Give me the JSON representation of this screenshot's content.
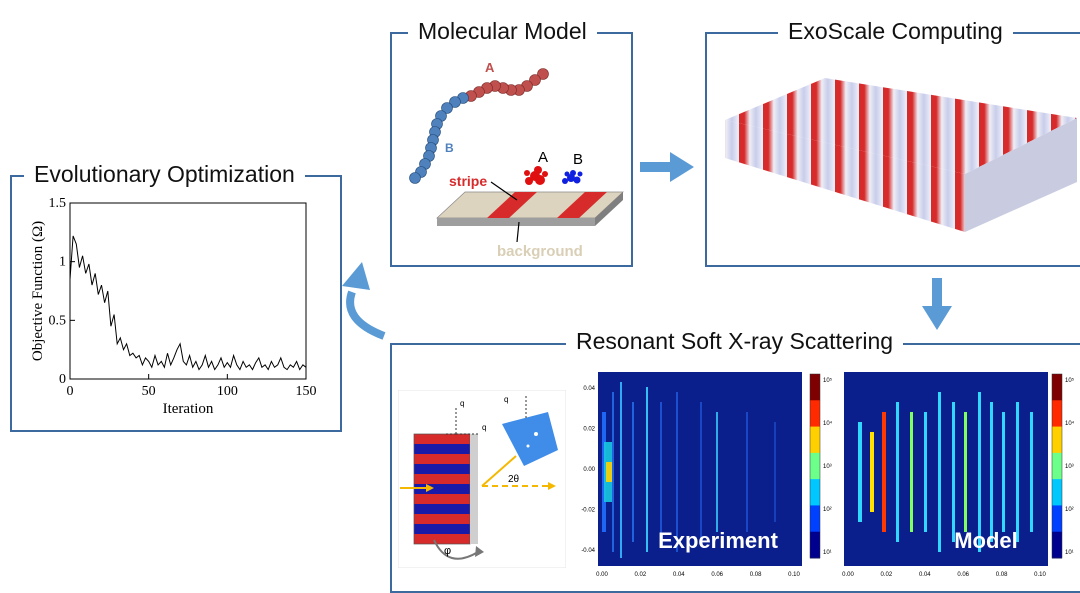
{
  "panels": {
    "evolutionary": {
      "title": "Evolutionary Optimization"
    },
    "molecular": {
      "title": "Molecular Model"
    },
    "exoscale": {
      "title": "ExoScale Computing"
    },
    "rsoxs": {
      "title": "Resonant Soft X-ray Scattering"
    }
  },
  "molecule": {
    "label_a": "A",
    "label_b": "B",
    "stripe_label": "stripe",
    "background_label": "background",
    "blob_a_label": "A",
    "blob_b_label": "B"
  },
  "chart_data": {
    "type": "line",
    "xlabel": "Iteration",
    "ylabel": "Objective Function (Ω)",
    "xlim": [
      0,
      150
    ],
    "ylim": [
      0,
      1.5
    ],
    "xticks": [
      "0",
      "50",
      "100",
      "150"
    ],
    "yticks": [
      "0",
      "0.5",
      "1",
      "1.5"
    ],
    "series": [
      {
        "x": [
          0,
          2,
          4,
          6,
          8,
          10,
          12,
          14,
          16,
          18,
          20,
          22,
          24,
          26,
          28,
          30,
          32,
          34,
          36,
          38,
          40,
          42,
          44,
          46,
          48,
          50,
          52,
          54,
          56,
          58,
          60,
          62,
          64,
          66,
          68,
          70,
          72,
          74,
          76,
          78,
          80,
          82,
          84,
          86,
          88,
          90,
          92,
          94,
          96,
          98,
          100,
          102,
          104,
          106,
          108,
          110,
          112,
          114,
          116,
          118,
          120,
          122,
          124,
          126,
          128,
          130,
          132,
          134,
          136,
          138,
          140,
          142,
          144,
          146,
          148,
          150
        ],
        "y": [
          0.85,
          1.22,
          1.15,
          0.95,
          1.05,
          0.9,
          0.98,
          0.8,
          0.9,
          0.72,
          0.8,
          0.65,
          0.75,
          0.45,
          0.55,
          0.3,
          0.35,
          0.25,
          0.3,
          0.2,
          0.22,
          0.18,
          0.2,
          0.12,
          0.18,
          0.15,
          0.1,
          0.2,
          0.12,
          0.15,
          0.1,
          0.22,
          0.12,
          0.18,
          0.25,
          0.3,
          0.15,
          0.12,
          0.2,
          0.1,
          0.15,
          0.08,
          0.12,
          0.2,
          0.1,
          0.15,
          0.08,
          0.12,
          0.18,
          0.1,
          0.14,
          0.1,
          0.2,
          0.12,
          0.08,
          0.15,
          0.1,
          0.12,
          0.08,
          0.14,
          0.18,
          0.1,
          0.12,
          0.08,
          0.15,
          0.1,
          0.12,
          0.18,
          0.1,
          0.08,
          0.12,
          0.1,
          0.15,
          0.08,
          0.12,
          0.1
        ]
      }
    ]
  },
  "heatmaps": {
    "experiment": {
      "label": "Experiment",
      "xticks": [
        "0.00",
        "0.02",
        "0.04",
        "0.06",
        "0.08",
        "0.10"
      ],
      "yticks": [
        "0.04",
        "0.02",
        "0.00",
        "-0.02",
        "-0.04"
      ],
      "cbar_ticks": [
        "10⁵",
        "10⁴",
        "10³",
        "10²",
        "10¹"
      ]
    },
    "model": {
      "label": "Model",
      "xticks": [
        "0.00",
        "0.02",
        "0.04",
        "0.06",
        "0.08",
        "0.10"
      ],
      "yticks": [
        "0.04",
        "0.02",
        "0.00",
        "-0.02",
        "-0.04"
      ],
      "cbar_ticks": [
        "10⁵",
        "10⁴",
        "10³",
        "10²",
        "10¹"
      ]
    }
  },
  "geometry": {
    "qx": "q",
    "qy": "q",
    "qz": "q",
    "two_theta": "2θ",
    "phi": "φ"
  },
  "colors": {
    "frame": "#3d6a9e",
    "arrow": "#5b9bd5",
    "bead_a": "#c0504d",
    "bead_b": "#4f81bd",
    "stripe_red": "#d72b2b",
    "heatmap_bg": "#0a1e8c"
  }
}
